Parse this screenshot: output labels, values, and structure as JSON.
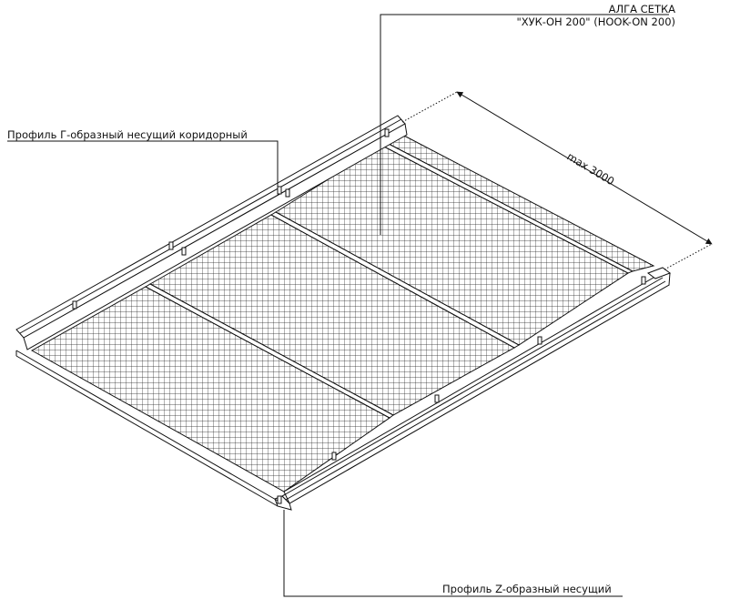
{
  "labels": {
    "grid_title_line1": "АЛГА СЕТКА",
    "grid_title_line2": "\"ХУК-ОН 200\" (HOOK-ON 200)",
    "profile_g": "Профиль Г-образный несущий коридорный",
    "profile_z": "Профиль Z-образный несущий",
    "dimension": "max 3000"
  }
}
